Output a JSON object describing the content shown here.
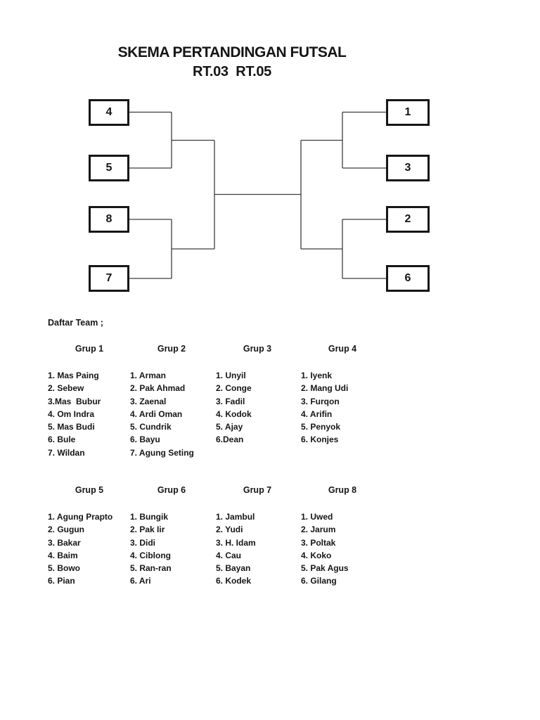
{
  "title": {
    "line1": "SKEMA PERTANDINGAN FUTSAL",
    "line2": "RT.03  RT.05"
  },
  "teams_heading": "Daftar Team ;",
  "bracket": {
    "left_seeds": [
      "4",
      "5",
      "8",
      "7"
    ],
    "right_seeds": [
      "1",
      "3",
      "2",
      "6"
    ]
  },
  "groups": [
    {
      "name": "Grup 1",
      "members": [
        "1. Mas Paing",
        "2. Sebew",
        "3.Mas  Bubur",
        "4. Om Indra",
        "5. Mas Budi",
        "6. Bule",
        "7. Wildan"
      ]
    },
    {
      "name": "Grup 2",
      "members": [
        "1. Arman",
        "2. Pak Ahmad",
        "3. Zaenal",
        "4. Ardi Oman",
        "5. Cundrik",
        "6. Bayu",
        "7. Agung Seting"
      ]
    },
    {
      "name": "Grup 3",
      "members": [
        "1. Unyil",
        "2. Conge",
        "3. Fadil",
        "4. Kodok",
        "5. Ajay",
        "6.Dean"
      ]
    },
    {
      "name": "Grup 4",
      "members": [
        "1. Iyenk",
        "2. Mang Udi",
        "3. Furqon",
        "4. Arifin",
        "5. Penyok",
        "6. Konjes"
      ]
    },
    {
      "name": "Grup 5",
      "members": [
        "1. Agung Prapto",
        "2. Gugun",
        "3. Bakar",
        "4. Baim",
        "5. Bowo",
        "6. Pian"
      ]
    },
    {
      "name": "Grup 6",
      "members": [
        "1. Bungik",
        "2. Pak Iir",
        "3. Didi",
        "4. Ciblong",
        "5. Ran-ran",
        "6. Ari"
      ]
    },
    {
      "name": "Grup 7",
      "members": [
        "1. Jambul",
        "2. Yudi",
        "3. H. Idam",
        "4. Cau",
        "5. Bayan",
        "6. Kodek"
      ]
    },
    {
      "name": "Grup 8",
      "members": [
        "1. Uwed",
        "2. Jarum",
        "3. Poltak",
        "4. Koko",
        "5. Pak Agus",
        "6. Gilang"
      ]
    }
  ],
  "colors": {
    "text": "#151515",
    "box_border": "#161616",
    "connector_line": "#3d3d3d",
    "background": "#ffffff"
  }
}
